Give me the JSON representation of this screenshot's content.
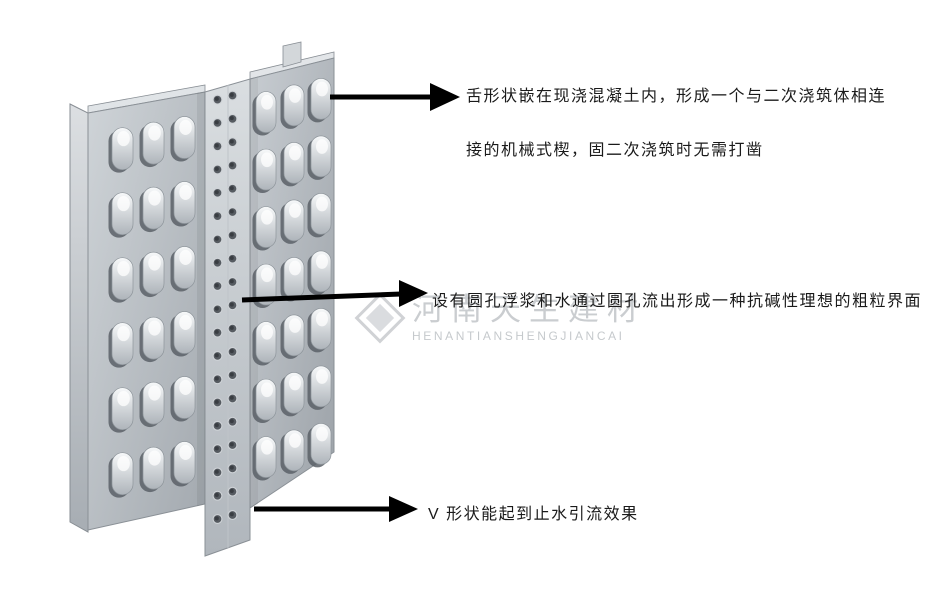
{
  "page": {
    "background": "#ffffff"
  },
  "illustration": {
    "name": "metal-waterstop-formwork-panel",
    "left_face_tab_rows": 6,
    "left_face_tab_cols": 3,
    "right_face_tab_rows": 7,
    "right_face_tab_cols": 3,
    "hole_columns": 2,
    "holes_per_column": 19
  },
  "annotations": {
    "tongue": {
      "line1": "舌形状嵌在现浇混凝土内，形成一个与二次浇筑体相连",
      "line2": "接的机械式楔，固二次浇筑时无需打凿"
    },
    "holes": {
      "text": "设有圆孔浮浆和水通过圆孔流出形成一种抗碱性理想的粗粒界面"
    },
    "vshape": {
      "text": "V 形状能起到止水引流效果"
    }
  },
  "watermark": {
    "cn": "河南天生建材",
    "en": "HENANTIANSHENGJIANCAI"
  },
  "colors": {
    "arrow": "#000000",
    "text": "#1a1a1a",
    "watermark": "#9aa0a6",
    "panel_light": "#d8dcdf",
    "panel_dark": "#a0a6ac"
  }
}
